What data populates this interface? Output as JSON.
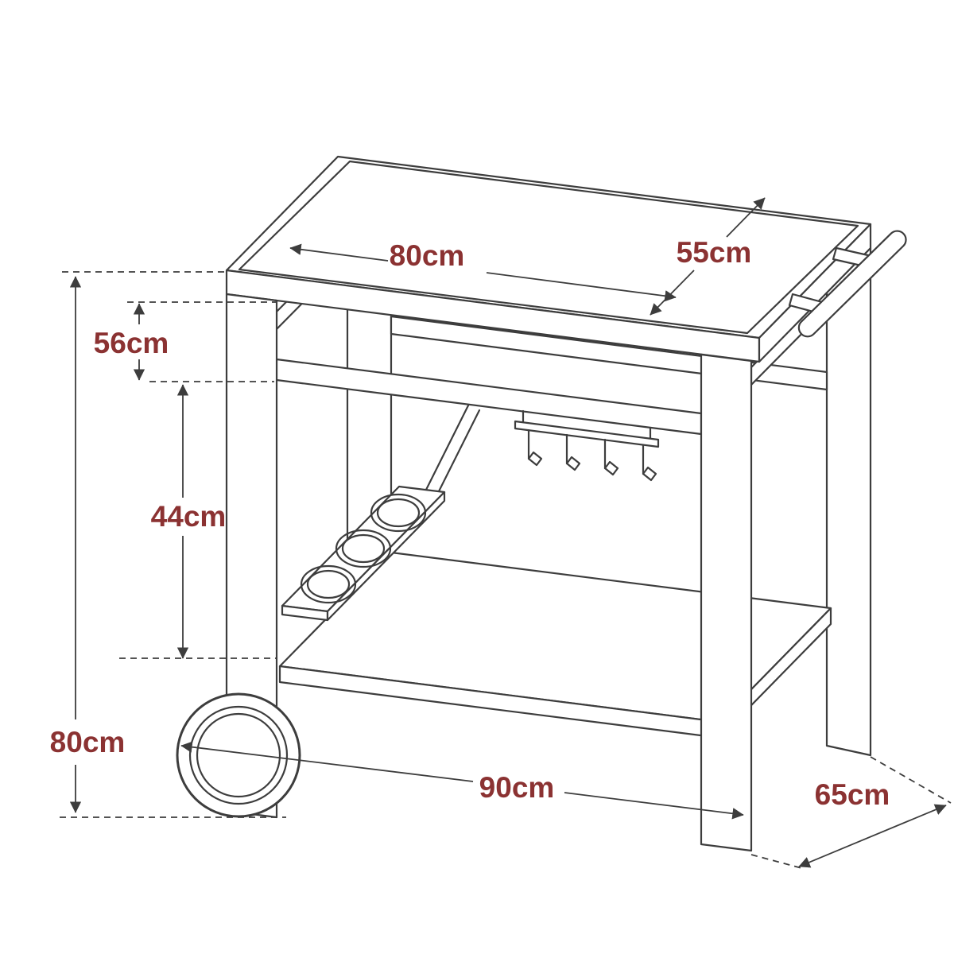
{
  "colors": {
    "background": "#ffffff",
    "line_color": "#3d3d3d",
    "label_color": "#8b3232"
  },
  "diagram": {
    "type": "technical-drawing",
    "subject": "outdoor serving trolley with tabletop, hook rail, bottle rack, lower shelf and wheel",
    "dimensions": {
      "top_width": "80cm",
      "top_depth": "55cm",
      "upper_height": "56cm",
      "mid_height": "44cm",
      "overall_height": "80cm",
      "base_width": "90cm",
      "base_depth": "65cm"
    }
  }
}
